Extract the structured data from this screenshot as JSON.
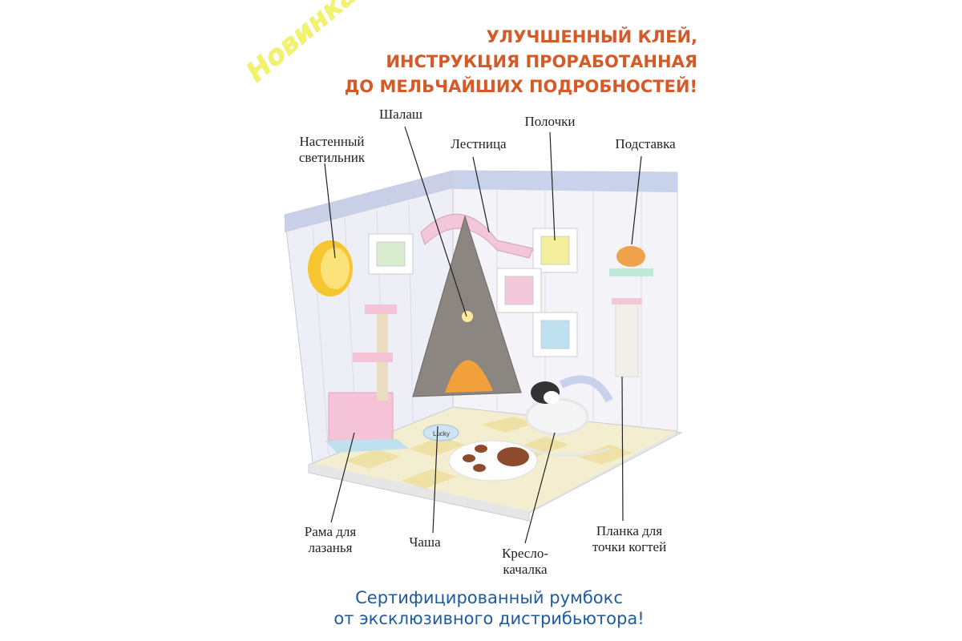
{
  "badge": "Новинка!",
  "promo": {
    "lines": [
      "УЛУЧШЕННЫЙ КЛЕЙ,",
      "ИНСТРУКЦИЯ ПРОРАБОТАННАЯ",
      "ДО МЕЛЬЧАЙШИХ ПОДРОБНОСТЕЙ!"
    ]
  },
  "labels": {
    "lamp": [
      "Настенный",
      "светильник"
    ],
    "tent": "Шалаш",
    "ladder": "Лестница",
    "shelves": "Полочки",
    "stand": "Подставка",
    "climbing_frame": [
      "Рама для",
      "лазанья"
    ],
    "bowl": "Чаша",
    "rocking_chair": [
      "Кресло-",
      "качалка"
    ],
    "scratch_post": [
      "Планка для",
      "точки когтей"
    ]
  },
  "bowl_text": "Lucky",
  "footer": {
    "lines": [
      "Сертифицированный румбокс",
      "от эксклюзивного дистрибьютора!"
    ]
  },
  "colors": {
    "promo": "#d45a28",
    "footer": "#1d5b9c",
    "badge": "#f3f36a"
  }
}
